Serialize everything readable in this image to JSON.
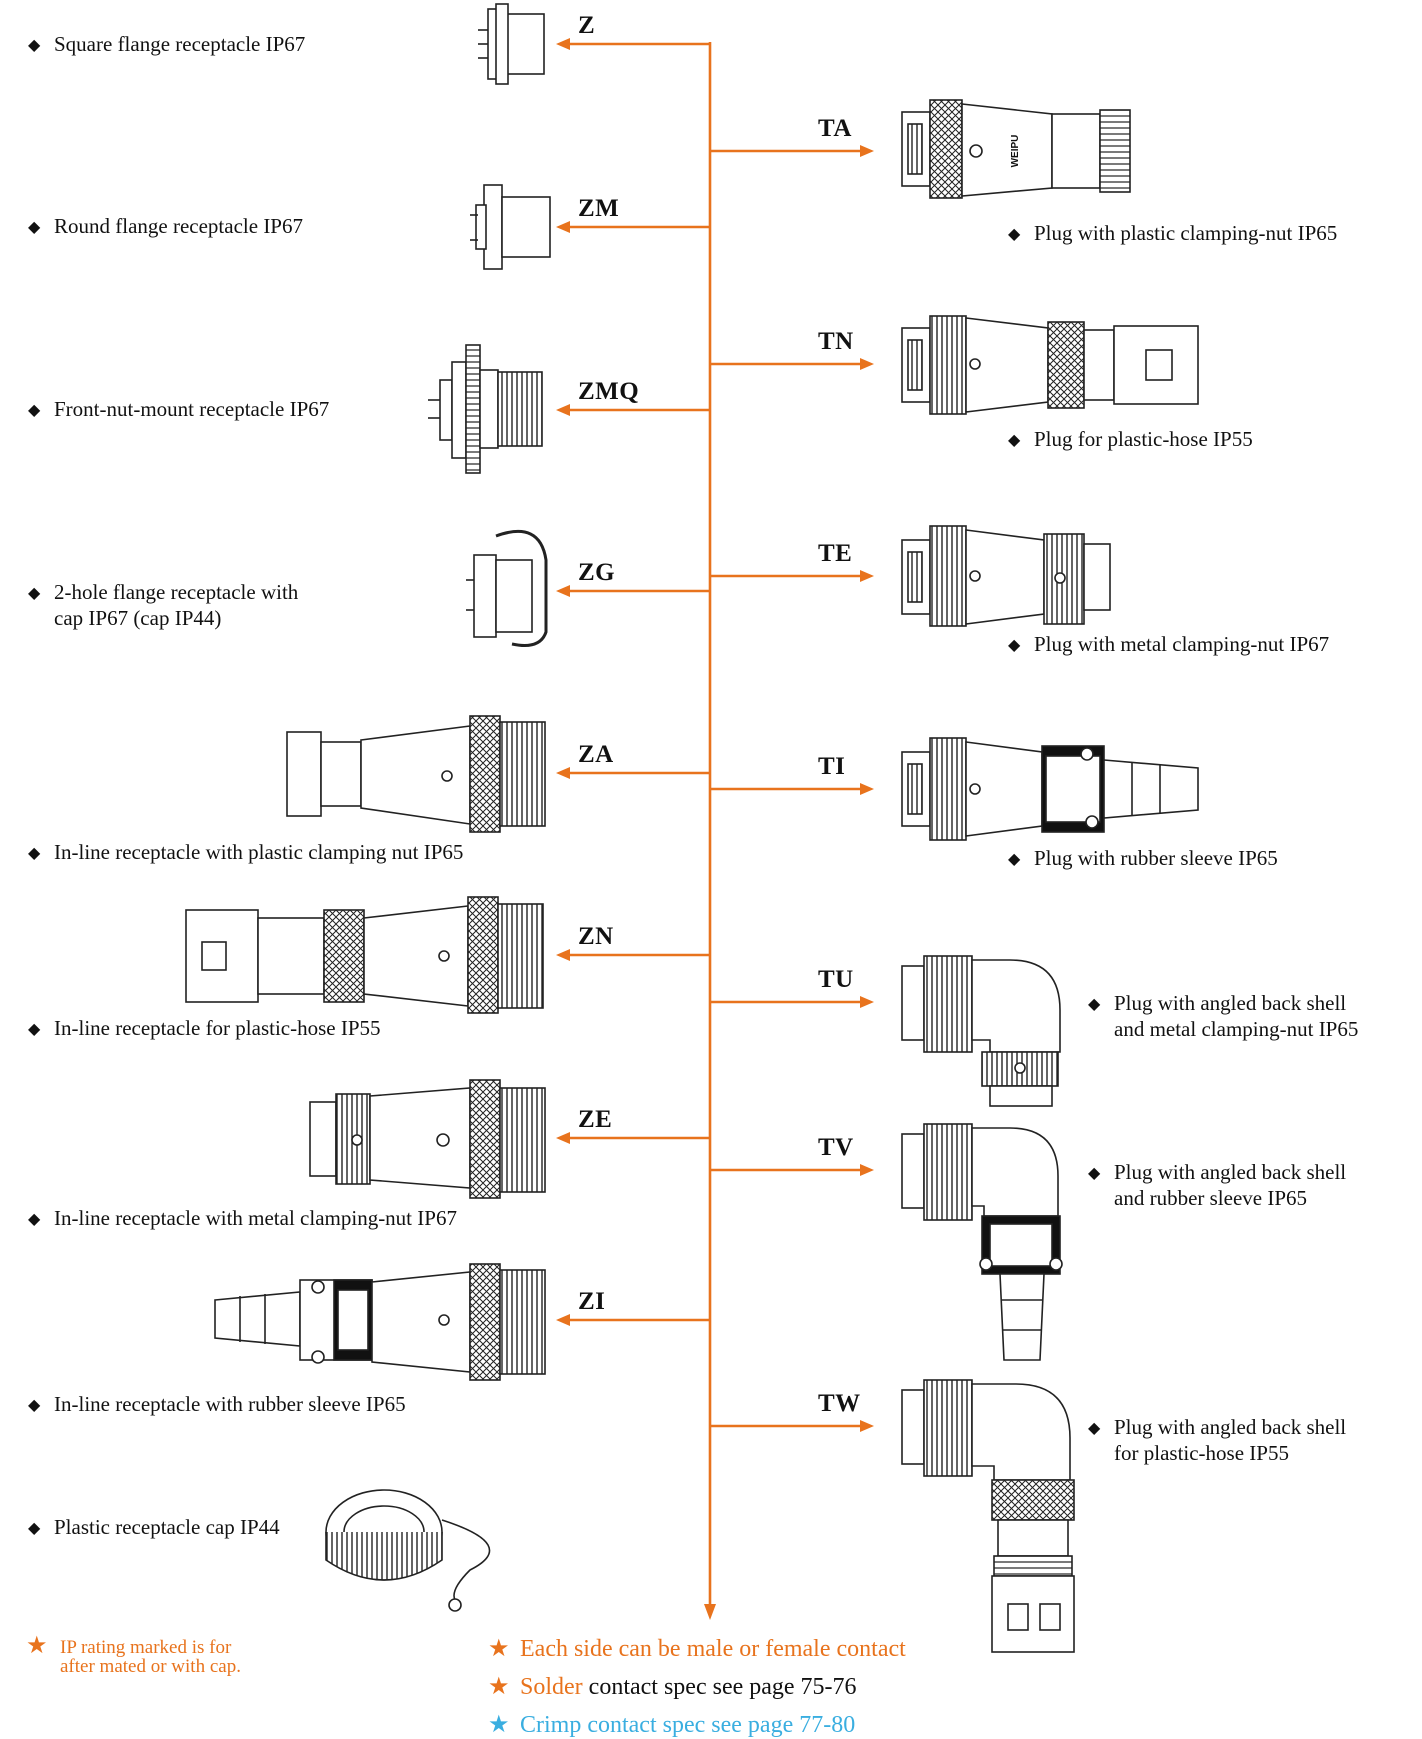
{
  "colors": {
    "arrow": "#e8731d",
    "ink": "#111111",
    "crimp": "#3aaee0",
    "solder": "#e8731d"
  },
  "icons": {
    "bullet": "diamond-icon",
    "star": "star-icon"
  },
  "bullet_glyph": "◆",
  "star_glyph": "★",
  "left": [
    {
      "code": "Z",
      "label": "Square flange receptacle IP67"
    },
    {
      "code": "ZM",
      "label": "Round flange receptacle IP67"
    },
    {
      "code": "ZMQ",
      "label": "Front-nut-mount receptacle IP67"
    },
    {
      "code": "ZG",
      "label_line1": "2-hole flange receptacle with",
      "label_line2": "cap IP67 (cap IP44)"
    },
    {
      "code": "ZA",
      "label": "In-line receptacle with plastic clamping nut  IP65"
    },
    {
      "code": "ZN",
      "label": "In-line receptacle for plastic-hose IP55"
    },
    {
      "code": "ZE",
      "label": "In-line receptacle with metal clamping-nut  IP67"
    },
    {
      "code": "ZI",
      "label": "In-line receptacle with rubber sleeve  IP65"
    }
  ],
  "cap_label": "Plastic receptacle cap IP44",
  "right": [
    {
      "code": "TA",
      "label": "Plug with plastic clamping-nut  IP65"
    },
    {
      "code": "TN",
      "label": "Plug for plastic-hose  IP55"
    },
    {
      "code": "TE",
      "label": "Plug with metal clamping-nut  IP67"
    },
    {
      "code": "TI",
      "label": "Plug with rubber sleeve  IP65"
    },
    {
      "code": "TU",
      "label_line1": "Plug with angled back shell",
      "label_line2": "and metal clamping-nut  IP65"
    },
    {
      "code": "TV",
      "label_line1": "Plug with angled back shell",
      "label_line2": "and rubber sleeve  IP65"
    },
    {
      "code": "TW",
      "label_line1": "Plug with angled back shell",
      "label_line2": "for plastic-hose IP55"
    }
  ],
  "brand_mark": "WEIPU",
  "ip_note": {
    "line1": "IP rating marked is for",
    "line2": "after mated or with cap."
  },
  "notes": {
    "contact": "Each side can be male or female contact",
    "solder_word": "Solder",
    "solder_rest": " contact spec see page 75-76",
    "crimp": "Crimp contact spec see page 77-80"
  }
}
